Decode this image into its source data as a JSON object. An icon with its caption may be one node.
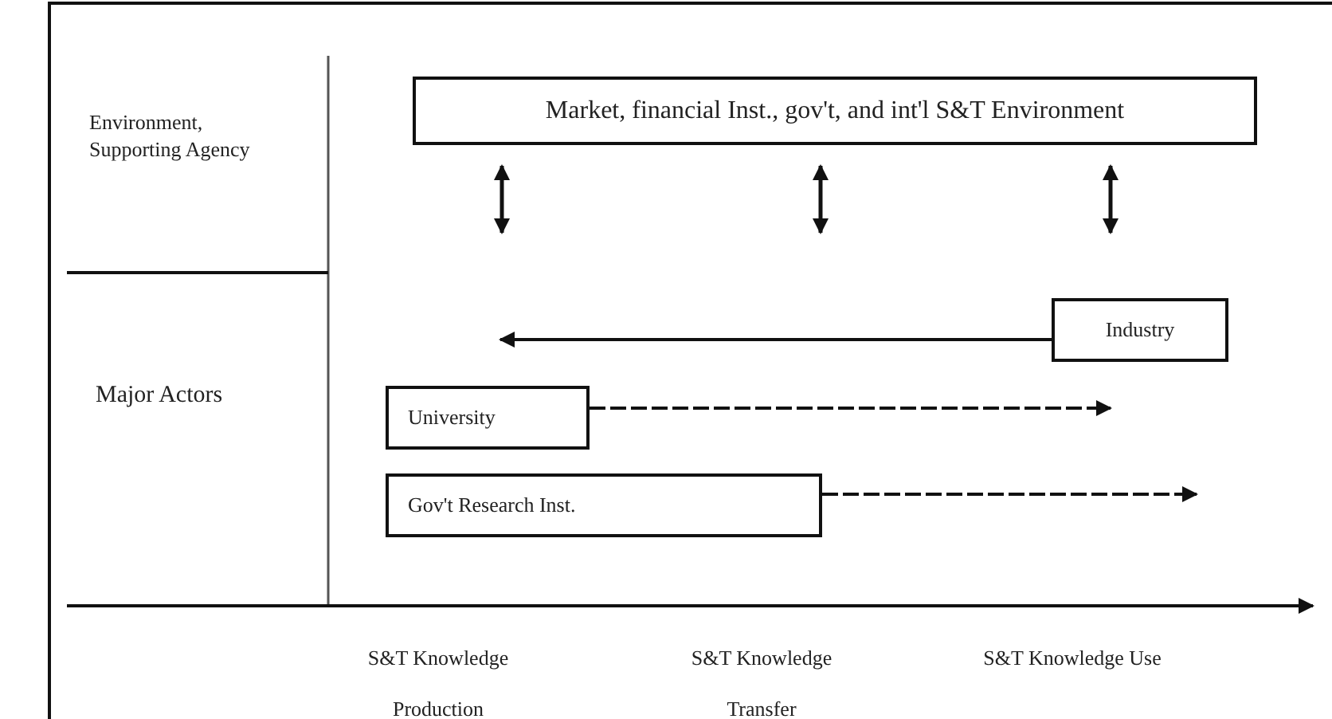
{
  "diagram": {
    "nodes": [
      {
        "text": [
          "Market, financial Inst., gov't, and int'l S&T Environment"
        ]
      },
      {
        "text": [
          "Industry"
        ]
      },
      {
        "text": [
          "University"
        ]
      },
      {
        "text": [
          "Gov't Research Inst."
        ]
      }
    ],
    "edges": [
      {
        "from": 1,
        "to": null,
        "arrow": "to"
      },
      {
        "from": 2,
        "to": null,
        "arrow": "to",
        "style": "dashed"
      },
      {
        "from": 3,
        "to": null,
        "arrow": "to",
        "style": "dashed"
      }
    ],
    "labels": [
      "Environment, Supporting Agency",
      "Major Actors",
      "S&T Knowledge Production",
      "S&T Knowledge Transfer",
      "S&T Knowledge Use"
    ]
  }
}
